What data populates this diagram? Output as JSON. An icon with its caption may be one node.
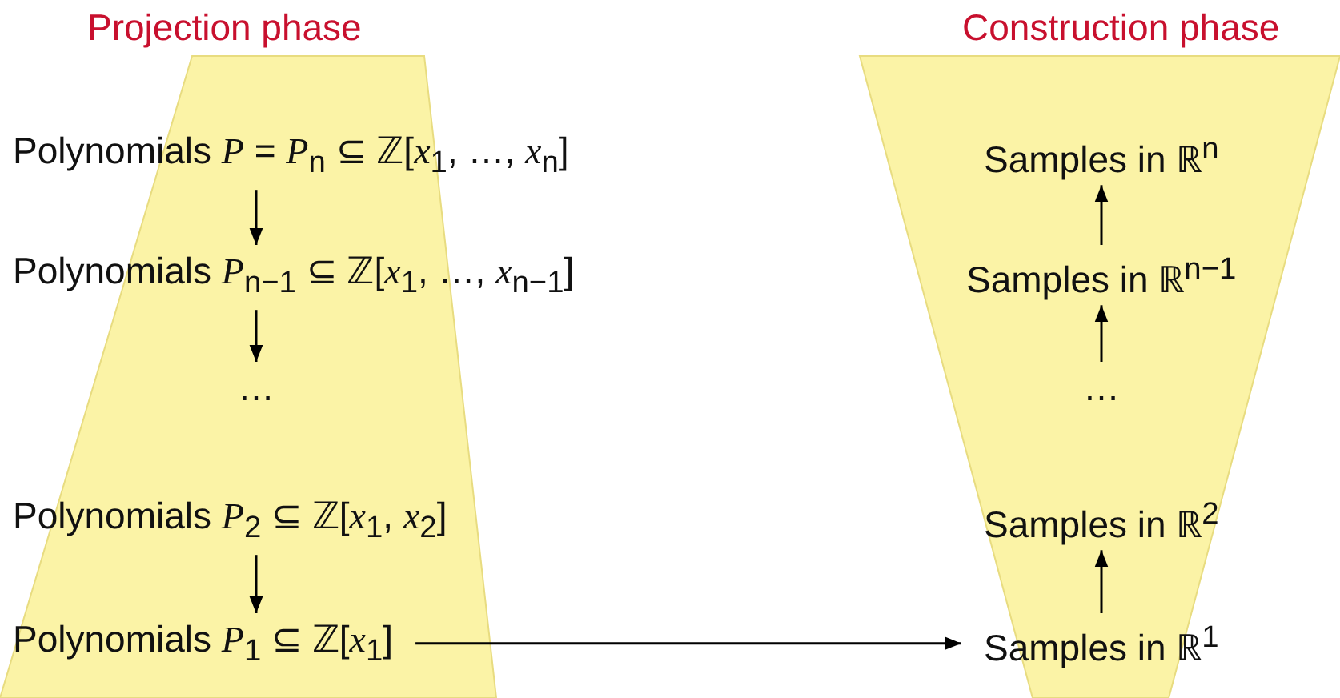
{
  "diagram": {
    "nodes": [
      {
        "text": [
          "Projection phase"
        ]
      },
      {
        "text": [
          "Polynomials *P* = *P*$_{n}$ ⊆ ℤ[*x*$_{1}$, …, *x*$_{n}$]"
        ],
        "in": 0
      },
      {
        "text": [
          "Polynomials *P*$_{n−1}$ ⊆ ℤ[*x*$_{1}$, …, *x*$_{n−1}$]"
        ],
        "in": 0
      },
      {
        "text": [
          "…"
        ],
        "in": 0
      },
      {
        "text": [
          "Polynomials *P*$_{2}$ ⊆ ℤ[*x*$_{1}$, *x*$_{2}$]"
        ],
        "in": 0
      },
      {
        "text": [
          "Polynomials *P*$_{1}$ ⊆ ℤ[*x*$_{1}$]"
        ],
        "in": 0
      },
      {
        "text": [
          "Construction phase"
        ]
      },
      {
        "text": [
          "Samples in ℝ$^{n}$"
        ],
        "in": 6
      },
      {
        "text": [
          "Samples in ℝ$^{n−1}$"
        ],
        "in": 6
      },
      {
        "text": [
          "…"
        ],
        "in": 6
      },
      {
        "text": [
          "Samples in ℝ$^{2}$"
        ],
        "in": 6
      },
      {
        "text": [
          "Samples in ℝ$^{1}$"
        ],
        "in": 6
      }
    ],
    "edges": [
      {
        "from": 1,
        "to": 2,
        "arrow": "to"
      },
      {
        "from": 2,
        "to": 3,
        "arrow": "to"
      },
      {
        "from": 4,
        "to": 5,
        "arrow": "to"
      },
      {
        "from": 5,
        "to": 11,
        "arrow": "to"
      },
      {
        "from": 11,
        "to": 10,
        "arrow": "to"
      },
      {
        "from": 9,
        "to": 8,
        "arrow": "to"
      },
      {
        "from": 8,
        "to": 7,
        "arrow": "to"
      }
    ]
  }
}
